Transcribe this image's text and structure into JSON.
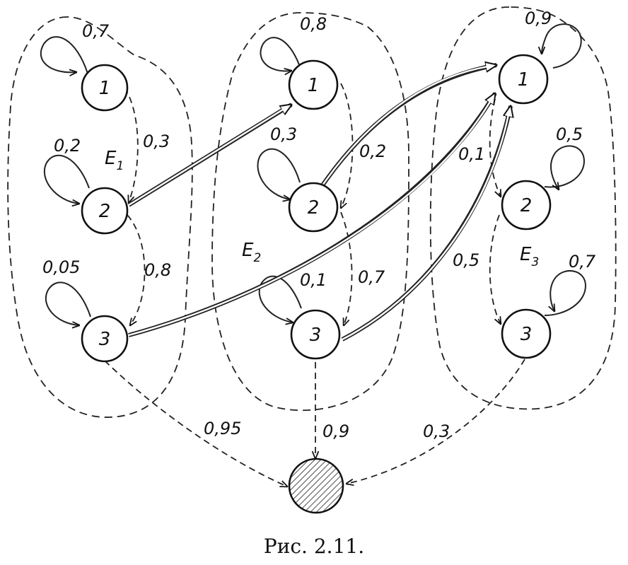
{
  "figure": {
    "caption": "Рис. 2.11.",
    "groups": [
      {
        "letter": "E",
        "sub": "1"
      },
      {
        "letter": "E",
        "sub": "2"
      },
      {
        "letter": "E",
        "sub": "3"
      }
    ],
    "nodes": [
      {
        "group": 1,
        "label": "1"
      },
      {
        "group": 1,
        "label": "2"
      },
      {
        "group": 1,
        "label": "3"
      },
      {
        "group": 2,
        "label": "1"
      },
      {
        "group": 2,
        "label": "2"
      },
      {
        "group": 2,
        "label": "3"
      },
      {
        "group": 3,
        "label": "1"
      },
      {
        "group": 3,
        "label": "2"
      },
      {
        "group": 3,
        "label": "3"
      },
      {
        "label": "",
        "absorbing": true
      }
    ],
    "self_loops": [
      {
        "node": "E1-1",
        "p": "0,7"
      },
      {
        "node": "E1-2",
        "p": "0,2"
      },
      {
        "node": "E1-3",
        "p": "0,05"
      },
      {
        "node": "E2-1",
        "p": "0,8"
      },
      {
        "node": "E2-2",
        "p": "0,3"
      },
      {
        "node": "E2-3",
        "p": "0,1"
      },
      {
        "node": "E3-1",
        "p": "0,9"
      },
      {
        "node": "E3-2",
        "p": "0,5"
      },
      {
        "node": "E3-3",
        "p": "0,7"
      }
    ],
    "transitions": [
      {
        "from": "E1-1",
        "to": "E1-2",
        "p": "0,3"
      },
      {
        "from": "E1-2",
        "to": "E1-3",
        "p": "0,8"
      },
      {
        "from": "E2-1",
        "to": "E2-2",
        "p": "0,2"
      },
      {
        "from": "E2-2",
        "to": "E2-3",
        "p": "0,7"
      },
      {
        "from": "E3-1",
        "to": "E3-2",
        "p": "0,1"
      },
      {
        "from": "E3-2",
        "to": "E3-3",
        "p": "0,5"
      },
      {
        "from": "E1-3",
        "to": "absorbing",
        "p": "0,95"
      },
      {
        "from": "E2-3",
        "to": "absorbing",
        "p": "0,9"
      },
      {
        "from": "E3-3",
        "to": "absorbing",
        "p": "0,3"
      }
    ]
  }
}
